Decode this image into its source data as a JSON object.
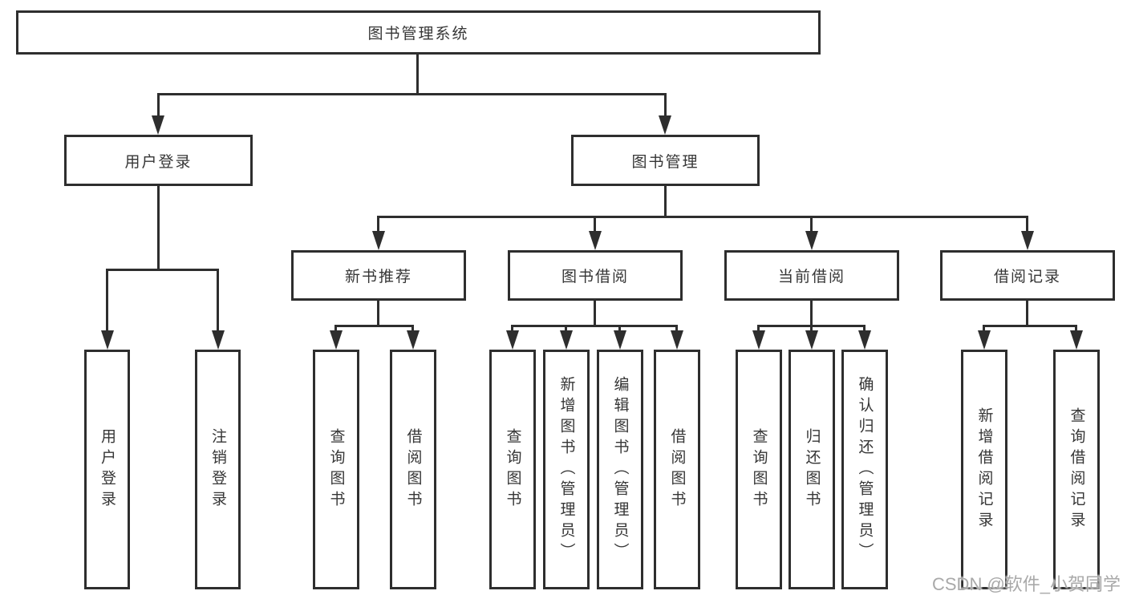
{
  "tree": {
    "root": {
      "label": "图书管理系统"
    },
    "branches": [
      {
        "label": "用户登录",
        "children": [
          {
            "label": "用户登录"
          },
          {
            "label": "注销登录"
          }
        ]
      },
      {
        "label": "图书管理",
        "children": [
          {
            "label": "新书推荐",
            "children": [
              {
                "label": "查询图书"
              },
              {
                "label": "借阅图书"
              }
            ]
          },
          {
            "label": "图书借阅",
            "children": [
              {
                "label": "查询图书"
              },
              {
                "label": "新增图书（管理员）"
              },
              {
                "label": "编辑图书（管理员）"
              },
              {
                "label": "借阅图书"
              }
            ]
          },
          {
            "label": "当前借阅",
            "children": [
              {
                "label": "查询图书"
              },
              {
                "label": "归还图书"
              },
              {
                "label": "确认归还（管理员）"
              }
            ]
          },
          {
            "label": "借阅记录",
            "children": [
              {
                "label": "新增借阅记录"
              },
              {
                "label": "查询借阅记录"
              }
            ]
          }
        ]
      }
    ]
  },
  "watermark": {
    "text": "CSDN @软件_小贺同学"
  },
  "colors": {
    "line": "#2e2e2e",
    "text": "#363636",
    "watermark": "#a9a9a9",
    "background": "#ffffff"
  }
}
